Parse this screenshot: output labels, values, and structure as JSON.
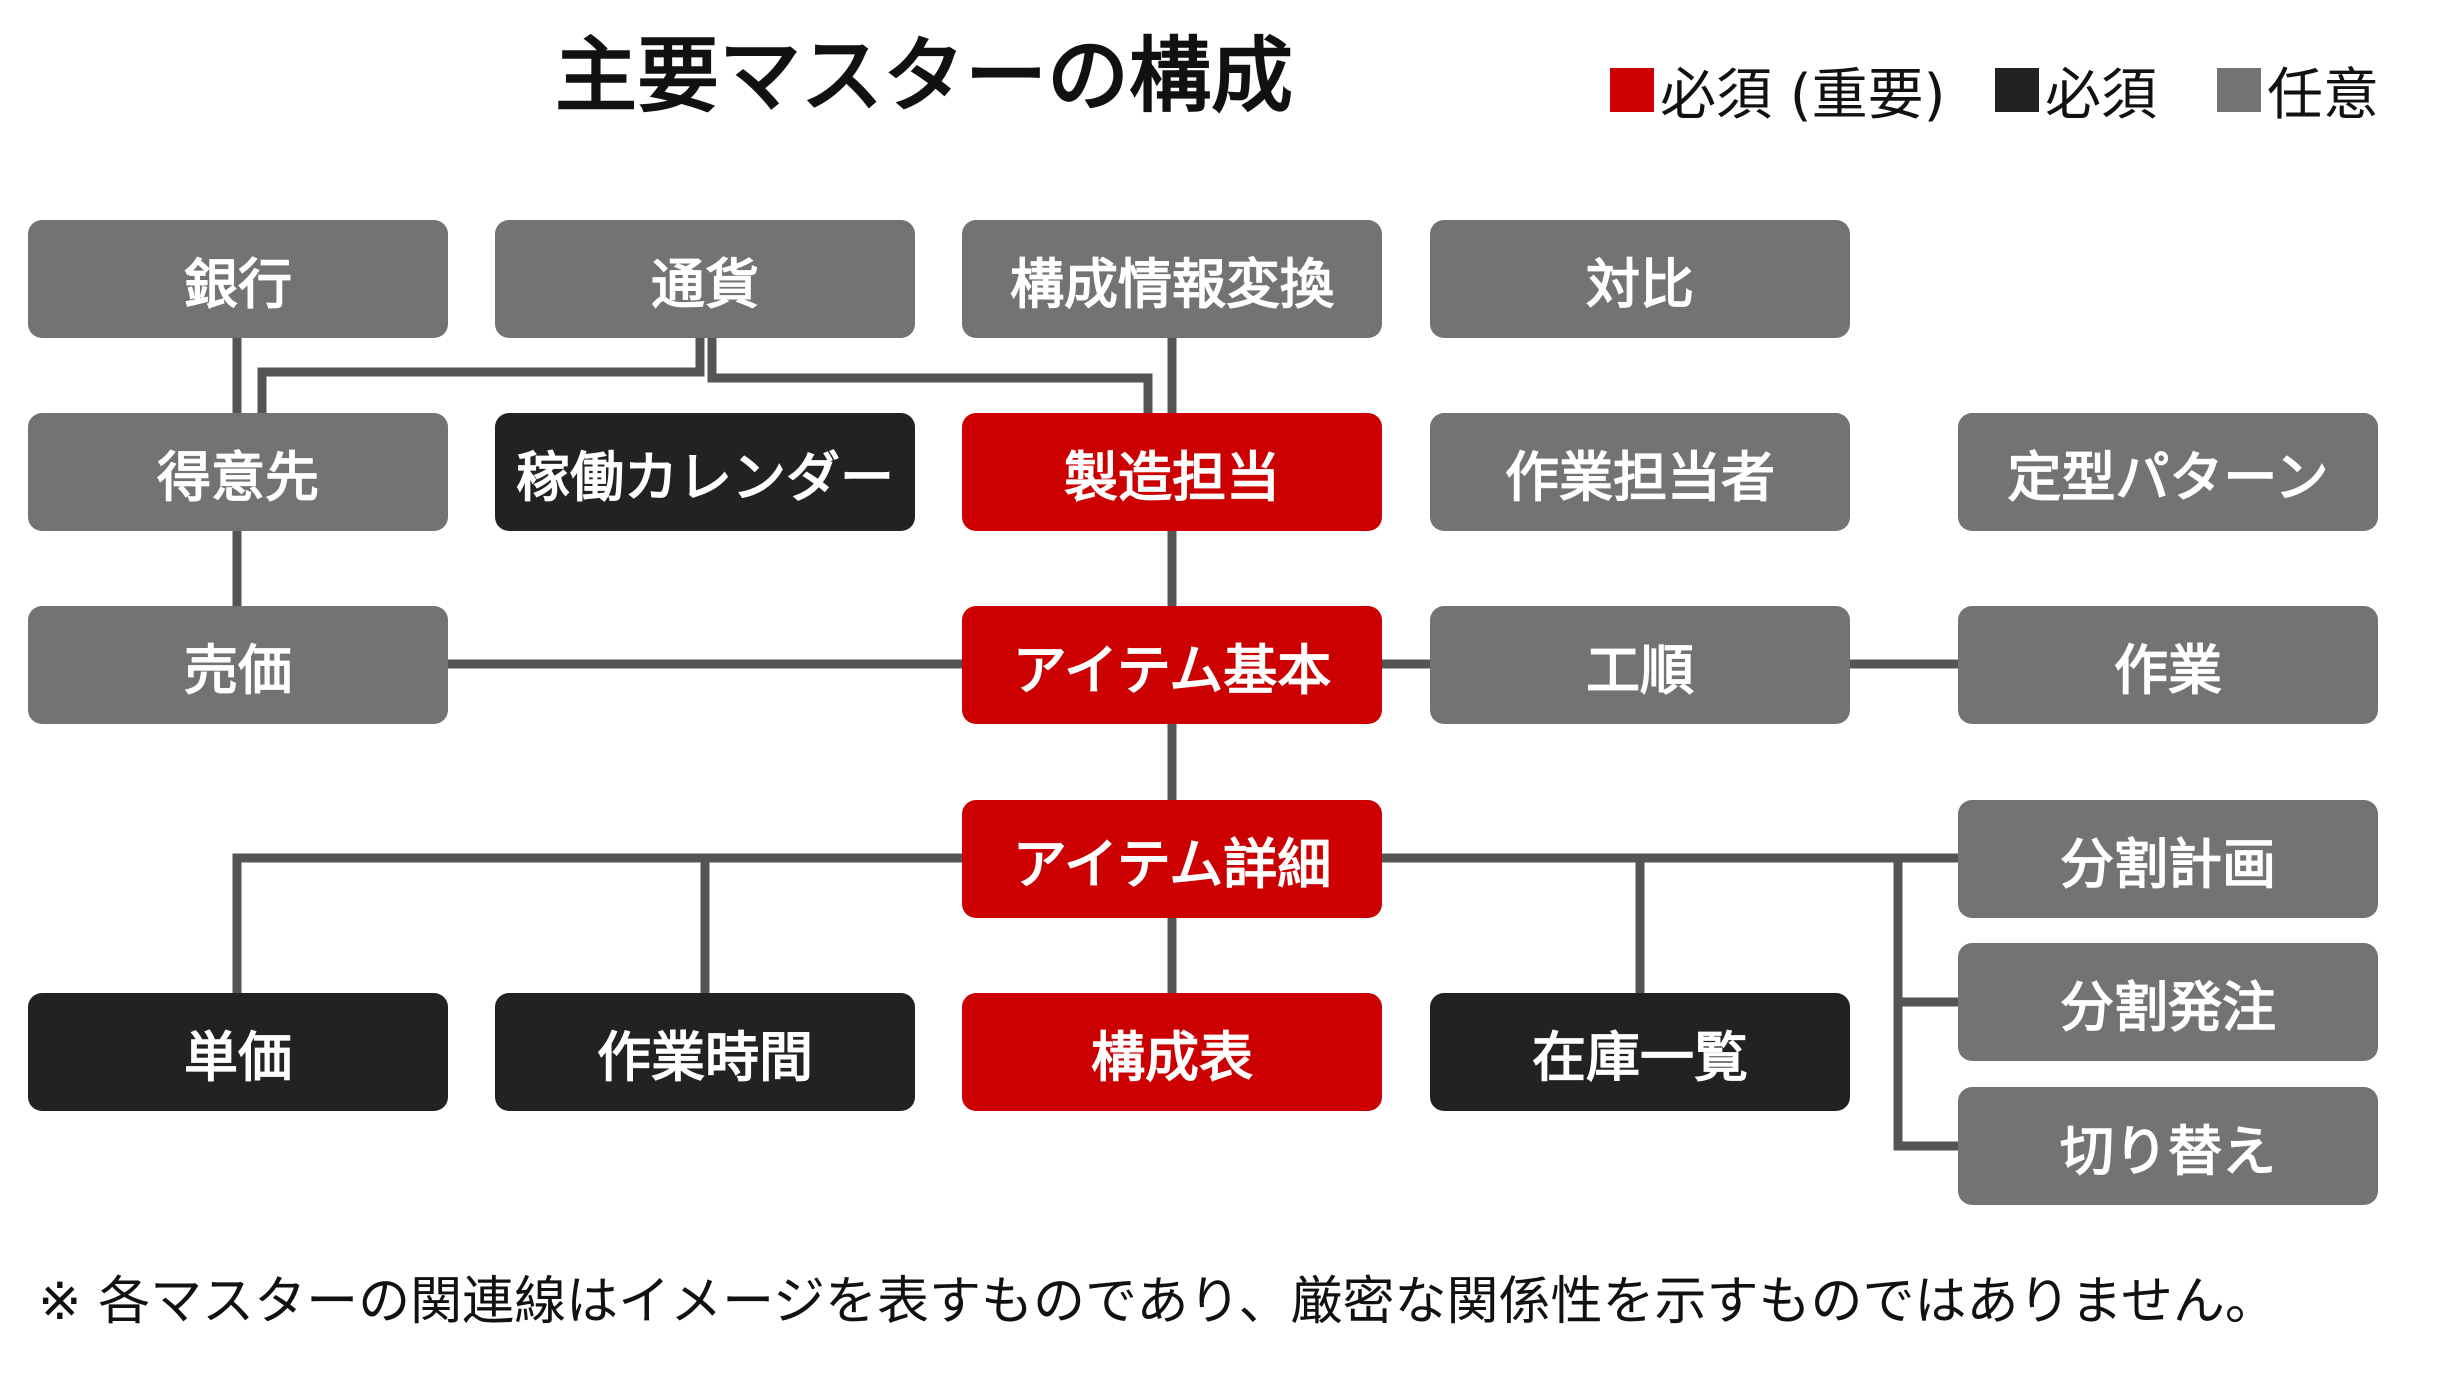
{
  "title": "主要マスターの構成",
  "legend": [
    {
      "label": "必須 (重要)",
      "color": "#cc0000"
    },
    {
      "label": "必須",
      "color": "#222222"
    },
    {
      "label": "任意",
      "color": "#737373"
    }
  ],
  "nodes": {
    "bank": {
      "label": "銀行",
      "category": "optional"
    },
    "currency": {
      "label": "通貨",
      "category": "optional"
    },
    "config_conversion": {
      "label": "構成情報変換",
      "category": "optional"
    },
    "comparison": {
      "label": "対比",
      "category": "optional"
    },
    "customer": {
      "label": "得意先",
      "category": "optional"
    },
    "work_calendar": {
      "label": "稼働カレンダー",
      "category": "required"
    },
    "manufacturing_owner": {
      "label": "製造担当",
      "category": "required-important"
    },
    "worker": {
      "label": "作業担当者",
      "category": "optional"
    },
    "fixed_pattern": {
      "label": "定型パターン",
      "category": "optional"
    },
    "selling_price": {
      "label": "売価",
      "category": "optional"
    },
    "item_basic": {
      "label": "アイテム基本",
      "category": "required-important"
    },
    "routing": {
      "label": "工順",
      "category": "optional"
    },
    "work": {
      "label": "作業",
      "category": "optional"
    },
    "item_detail": {
      "label": "アイテム詳細",
      "category": "required-important"
    },
    "split_plan": {
      "label": "分割計画",
      "category": "optional"
    },
    "split_order": {
      "label": "分割発注",
      "category": "optional"
    },
    "switchover": {
      "label": "切り替え",
      "category": "optional"
    },
    "unit_price": {
      "label": "単価",
      "category": "required"
    },
    "work_time": {
      "label": "作業時間",
      "category": "required"
    },
    "bom": {
      "label": "構成表",
      "category": "required-important"
    },
    "stock_list": {
      "label": "在庫一覧",
      "category": "required"
    }
  },
  "edges": [
    [
      "bank",
      "customer"
    ],
    [
      "currency",
      "customer"
    ],
    [
      "currency",
      "manufacturing_owner"
    ],
    [
      "config_conversion",
      "manufacturing_owner"
    ],
    [
      "manufacturing_owner",
      "item_basic"
    ],
    [
      "customer",
      "selling_price"
    ],
    [
      "selling_price",
      "item_basic"
    ],
    [
      "item_basic",
      "routing"
    ],
    [
      "routing",
      "work"
    ],
    [
      "item_basic",
      "item_detail"
    ],
    [
      "item_detail",
      "unit_price"
    ],
    [
      "item_detail",
      "work_time"
    ],
    [
      "item_detail",
      "bom"
    ],
    [
      "item_detail",
      "stock_list"
    ],
    [
      "item_detail",
      "split_plan"
    ],
    [
      "item_detail",
      "split_order"
    ],
    [
      "item_detail",
      "switchover"
    ]
  ],
  "footnote": "※ 各マスターの関連線はイメージを表すものであり、厳密な関係性を示すものではありません。"
}
